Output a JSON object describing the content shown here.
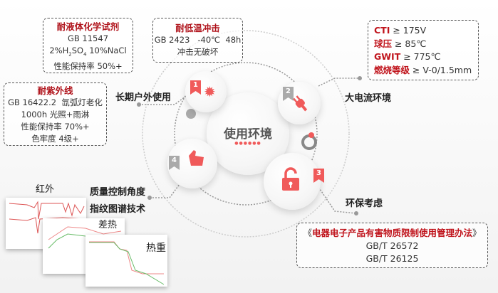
{
  "center": "使用环境",
  "nodes": [
    {
      "num": "1",
      "label": "长期户外使用",
      "icon": "sun-icon"
    },
    {
      "num": "2",
      "label": "大电流环境",
      "icon": "plug-icon"
    },
    {
      "num": "3",
      "label": "环保考虑",
      "icon": "unlock-icon"
    },
    {
      "num": "4",
      "label_lines": [
        "质量控制角度",
        "指纹图谱技术"
      ],
      "icon": "thumbs-up-icon"
    }
  ],
  "boxes": {
    "chemical": {
      "title": "耐液体化学试剂",
      "lines": [
        "GB 11547",
        "2%H",
        "2",
        "SO",
        "4",
        " 10%NaCl",
        "性能保持率 50%+"
      ]
    },
    "cold": {
      "title": "耐低温冲击",
      "lines": [
        "GB 2423   -40℃  48h",
        "冲击无破坏"
      ]
    },
    "uv": {
      "title": "耐紫外线",
      "lines": [
        "GB 16422.2  氙弧灯老化",
        "1000h 光照+雨淋",
        "性能保持率 70%+",
        "色牢度 4级+"
      ]
    },
    "electrical": [
      {
        "key": "CTI",
        "value": " ≥ 175V"
      },
      {
        "key": "球压",
        "value": " ≥ 85℃"
      },
      {
        "key": "GWIT",
        "value": " ≥ 775℃"
      },
      {
        "key": "燃烧等级",
        "value": " ≥ V-0/1.5mm"
      }
    ],
    "env": {
      "open": "《",
      "title": "电器电子产品有害物质限制使用管理办法",
      "close": "》",
      "lines": [
        "GB/T 26572",
        "GB/T 26125"
      ]
    }
  },
  "charts": [
    "红外",
    "差热",
    "热重"
  ],
  "colors": {
    "accent": "#f05a5a",
    "title_red": "#b0141c"
  }
}
